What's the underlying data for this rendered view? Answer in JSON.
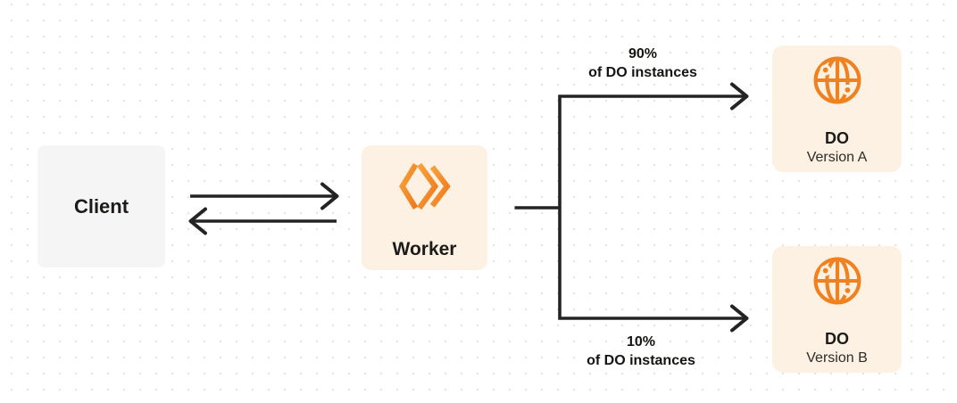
{
  "nodes": {
    "client": {
      "label": "Client"
    },
    "worker": {
      "label": "Worker"
    },
    "do_version_a": {
      "title": "DO",
      "subtitle": "Version A"
    },
    "do_version_b": {
      "title": "DO",
      "subtitle": "Version B"
    }
  },
  "edges": {
    "split_top": {
      "percent": "90%",
      "caption": "of DO instances"
    },
    "split_bottom": {
      "percent": "10%",
      "caption": "of DO instances"
    }
  },
  "icons": {
    "worker_icon": "cloudflare-workers-icon",
    "durable_object_icon": "globe-icon"
  },
  "colors": {
    "accent_orange": "#F1801F",
    "node_cream": "#FCF1E2",
    "client_gray": "#F5F5F6",
    "line_dark": "#232323",
    "text_dark": "#1D1B1A",
    "dot_grid": "#E3E3E3",
    "background": "#FFFFFF"
  }
}
